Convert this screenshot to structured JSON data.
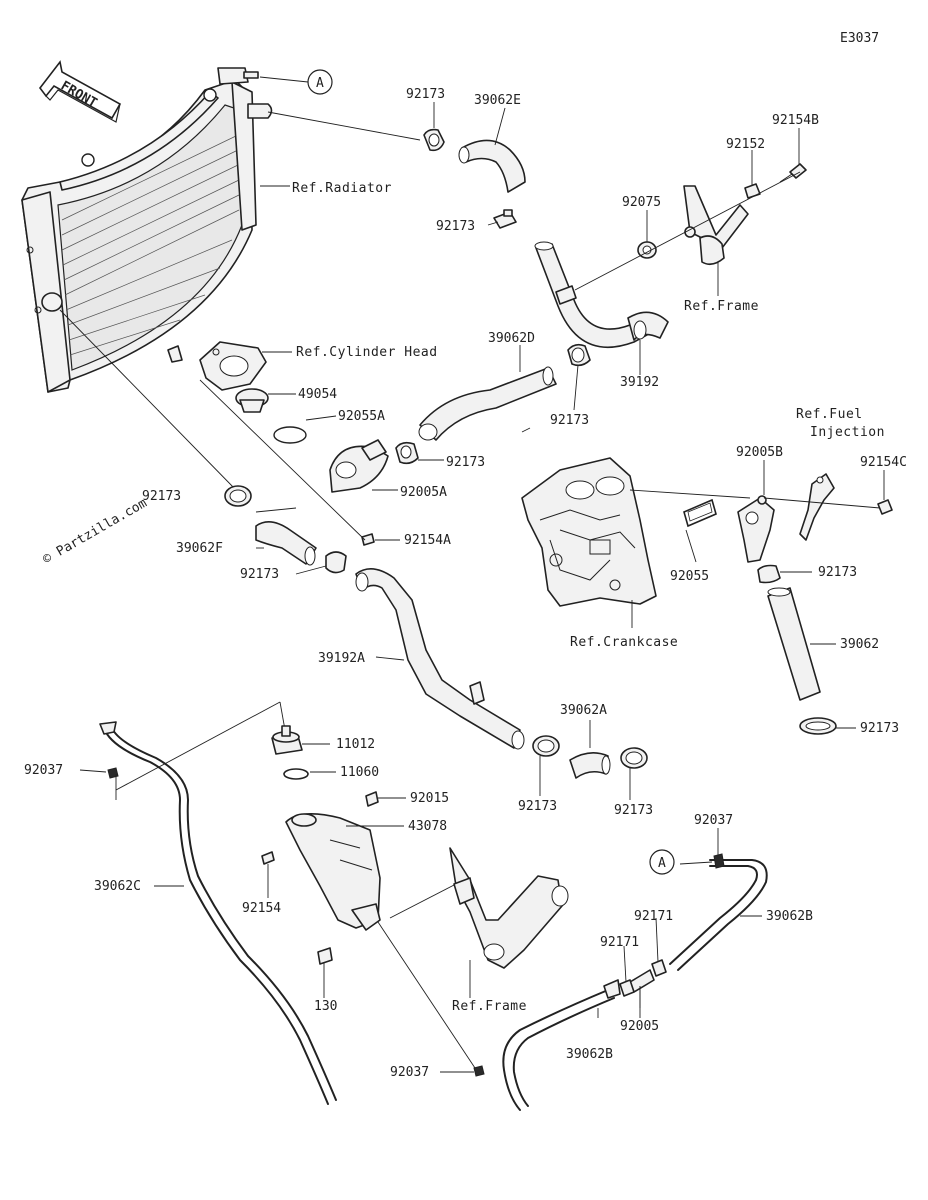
{
  "diagram_code": "E3037",
  "watermark": "© Partzilla.com",
  "front_arrow_label": "FRONT",
  "callout_marker": "A",
  "colors": {
    "line": "#222222",
    "part_fill": "#f2f2f2",
    "background": "#ffffff"
  },
  "labels": {
    "p92173_top": "92173",
    "p39062E": "39062E",
    "p92154B": "92154B",
    "p92152": "92152",
    "ref_radiator": "Ref.Radiator",
    "p92173_b": "92173",
    "p92075": "92075",
    "ref_frame_top": "Ref.Frame",
    "ref_cylinder_head": "Ref.Cylinder Head",
    "p39062D": "39062D",
    "p49054": "49054",
    "p92055A": "92055A",
    "p39192": "39192",
    "p92173_c": "92173",
    "p92173_d": "92173",
    "ref_fuel": "Ref.Fuel",
    "injection": "Injection",
    "p92005A": "92005A",
    "p92005B": "92005B",
    "p92154C": "92154C",
    "p92173_left": "92173",
    "p92154A": "92154A",
    "p39062F": "39062F",
    "p92173_e": "92173",
    "p92055": "92055",
    "p92173_f": "92173",
    "ref_crankcase": "Ref.Crankcase",
    "p39062": "39062",
    "p39192A": "39192A",
    "p92173_g": "92173",
    "p39062A": "39062A",
    "p11012": "11012",
    "p92037_a": "92037",
    "p11060": "11060",
    "p92173_h": "92173",
    "p92173_i": "92173",
    "p92015": "92015",
    "p43078": "43078",
    "p92037_b": "92037",
    "p39062C": "39062C",
    "p92154": "92154",
    "p39062B_a": "39062B",
    "p92171_a": "92171",
    "p92171_b": "92171",
    "p130": "130",
    "ref_frame_bottom": "Ref.Frame",
    "p92005": "92005",
    "p39062B_b": "39062B",
    "p92037_c": "92037"
  }
}
